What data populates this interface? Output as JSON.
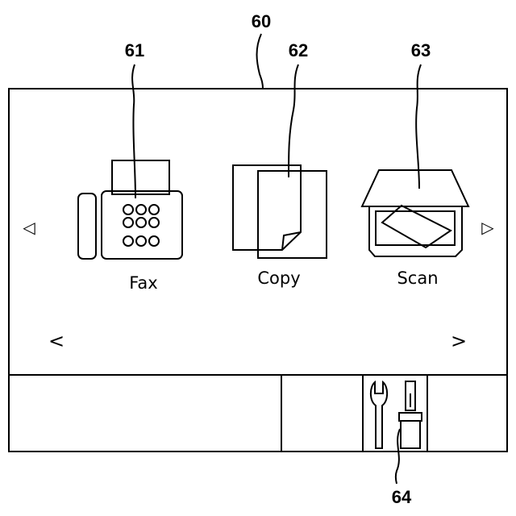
{
  "reference_numerals": {
    "screen": "60",
    "fax": "61",
    "copy": "62",
    "scan": "63",
    "settings": "64"
  },
  "function_icons": [
    {
      "label": "Fax",
      "icon": "fax-machine-icon"
    },
    {
      "label": "Copy",
      "icon": "copy-documents-icon"
    },
    {
      "label": "Scan",
      "icon": "scanner-icon"
    }
  ],
  "navigation": {
    "left_triangle": "◁",
    "right_triangle": "▷",
    "left_chevron": "<",
    "right_chevron": ">"
  },
  "bottom_bar": {
    "settings_icon": "wrench-screwdriver-icon"
  }
}
